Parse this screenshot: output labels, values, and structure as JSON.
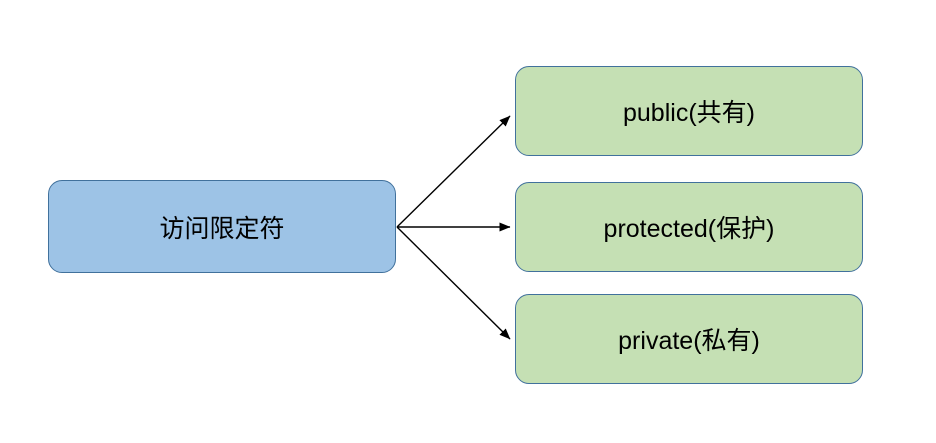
{
  "diagram": {
    "root_node": {
      "label": "访问限定符"
    },
    "child_nodes": [
      {
        "label": "public(共有)"
      },
      {
        "label": "protected(保护)"
      },
      {
        "label": "private(私有)"
      }
    ],
    "colors": {
      "root_fill": "#9DC3E6",
      "child_fill": "#C5E0B4",
      "node_border": "#41719C",
      "arrow": "#000000",
      "text": "#000000",
      "background": "#FFFFFF"
    }
  }
}
